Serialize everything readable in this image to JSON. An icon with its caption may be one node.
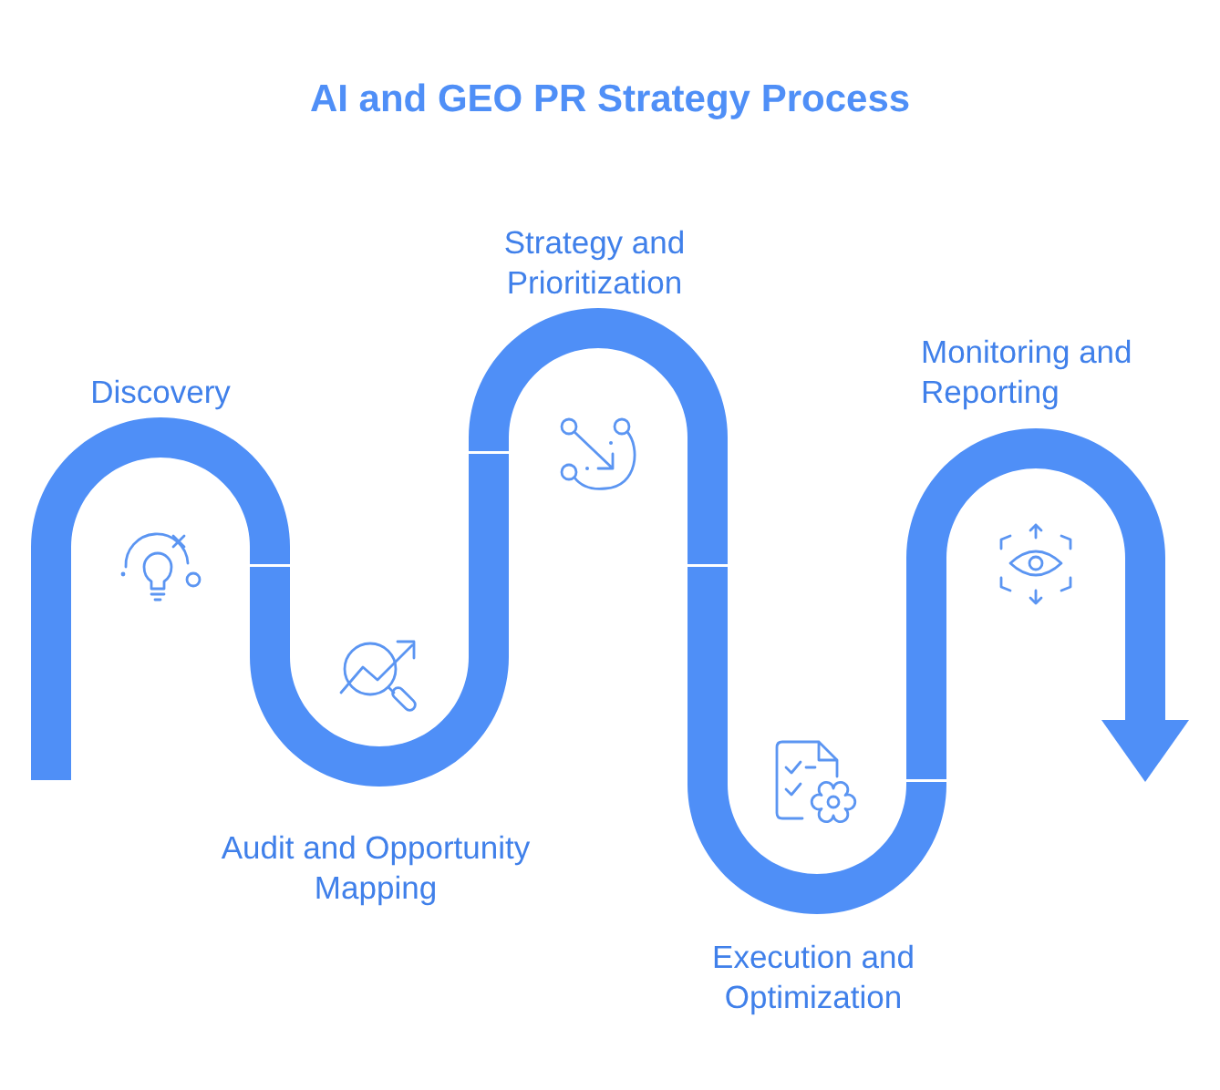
{
  "diagram": {
    "title": "AI and GEO PR Strategy Process",
    "nodes": [
      {
        "text": [
          "Discovery"
        ]
      },
      {
        "text": [
          "Audit and Opportunity Mapping"
        ]
      },
      {
        "text": [
          "Strategy and Prioritization"
        ]
      },
      {
        "text": [
          "Execution and Optimization"
        ]
      },
      {
        "text": [
          "Monitoring and Reporting"
        ]
      }
    ]
  }
}
